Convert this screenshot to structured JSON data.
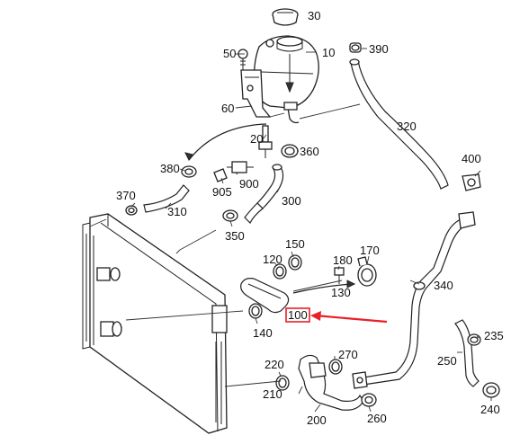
{
  "labels": [
    {
      "id": "30",
      "text": "30"
    },
    {
      "id": "50",
      "text": "50"
    },
    {
      "id": "10",
      "text": "10"
    },
    {
      "id": "390",
      "text": "390"
    },
    {
      "id": "60",
      "text": "60"
    },
    {
      "id": "320",
      "text": "320"
    },
    {
      "id": "20",
      "text": "20"
    },
    {
      "id": "360",
      "text": "360"
    },
    {
      "id": "380",
      "text": "380"
    },
    {
      "id": "900",
      "text": "900"
    },
    {
      "id": "400",
      "text": "400"
    },
    {
      "id": "905",
      "text": "905"
    },
    {
      "id": "370",
      "text": "370"
    },
    {
      "id": "300",
      "text": "300"
    },
    {
      "id": "310",
      "text": "310"
    },
    {
      "id": "350",
      "text": "350"
    },
    {
      "id": "150",
      "text": "150"
    },
    {
      "id": "170",
      "text": "170"
    },
    {
      "id": "120",
      "text": "120"
    },
    {
      "id": "180",
      "text": "180"
    },
    {
      "id": "130",
      "text": "130"
    },
    {
      "id": "340",
      "text": "340"
    },
    {
      "id": "100",
      "text": "100"
    },
    {
      "id": "140",
      "text": "140"
    },
    {
      "id": "235",
      "text": "235"
    },
    {
      "id": "270",
      "text": "270"
    },
    {
      "id": "220",
      "text": "220"
    },
    {
      "id": "250",
      "text": "250"
    },
    {
      "id": "210",
      "text": "210"
    },
    {
      "id": "200",
      "text": "200"
    },
    {
      "id": "260",
      "text": "260"
    },
    {
      "id": "240",
      "text": "240"
    }
  ],
  "highlight": {
    "part": "100",
    "color": "#e8202a"
  },
  "colors": {
    "line": "#222222",
    "background": "#ffffff"
  }
}
